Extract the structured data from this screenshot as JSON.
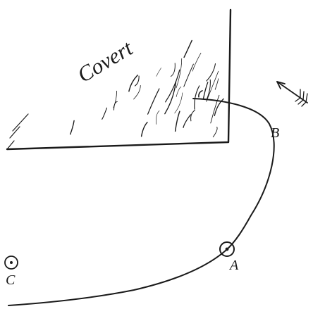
{
  "diagram": {
    "covert_label": "Covert",
    "point_a_label": "A",
    "point_b_label": "B",
    "point_c_label": "C",
    "wind_direction_icon": "arrow-icon"
  }
}
